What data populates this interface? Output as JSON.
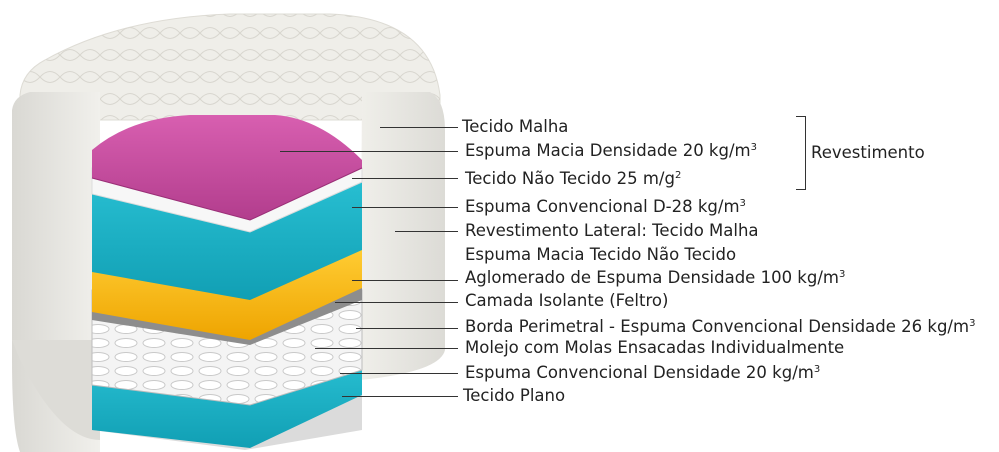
{
  "labels": [
    {
      "id": "tecido-malha",
      "text": "Tecido Malha",
      "sup": ""
    },
    {
      "id": "espuma-macia",
      "text": "Espuma Macia Densidade 20 kg/m",
      "sup": "3"
    },
    {
      "id": "tecido-nao-tecido",
      "text": "Tecido Não Tecido 25 m/g",
      "sup": "2"
    },
    {
      "id": "espuma-convencional-d28",
      "text": "Espuma Convencional D-28 kg/m",
      "sup": "3"
    },
    {
      "id": "revestimento-lateral",
      "text": "Revestimento Lateral: Tecido Malha",
      "sup": ""
    },
    {
      "id": "revestimento-lateral-2",
      "text": "Espuma Macia  Tecido Não Tecido",
      "sup": ""
    },
    {
      "id": "aglomerado",
      "text": "Aglomerado de Espuma Densidade 100 kg/m",
      "sup": "3"
    },
    {
      "id": "camada-isolante",
      "text": "Camada Isolante (Feltro)",
      "sup": ""
    },
    {
      "id": "borda-perimetral",
      "text": "Borda Perimetral - Espuma Convencional Densidade 26 kg/m",
      "sup": "3"
    },
    {
      "id": "molejo",
      "text": "Molejo com Molas Ensacadas Individualmente",
      "sup": ""
    },
    {
      "id": "espuma-convencional-20",
      "text": "Espuma Convencional Densidade 20 kg/m",
      "sup": "3"
    },
    {
      "id": "tecido-plano",
      "text": "Tecido Plano",
      "sup": ""
    }
  ],
  "group": {
    "label": "Revestimento"
  },
  "colors": {
    "magenta": "#c34a9c",
    "teal": "#1fb3c7",
    "yellow": "#f5b512",
    "felt": "#8c8c8c",
    "quilt": "#ecebe6"
  }
}
